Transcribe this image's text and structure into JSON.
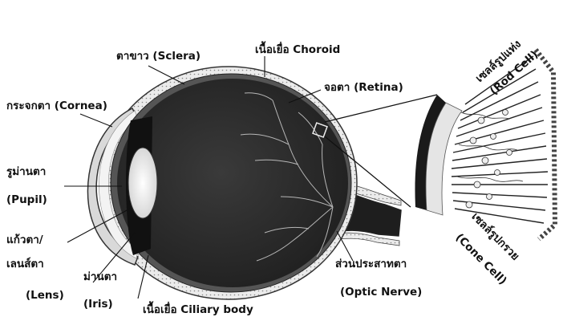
{
  "labels": {
    "sclera": "ตาขาว (Sclera)",
    "choroid": "เนื้อเยื่อ Choroid",
    "retina": "จอตา (Retina)",
    "cornea": "กระจกตา (Cornea)",
    "pupil_th": "รูม่านตา",
    "pupil_en": "(Pupil)",
    "lens_th1": "แก้วตา/",
    "lens_th2": "เลนส์ตา",
    "lens_en": "(Lens)",
    "iris_th": "ม่านตา",
    "iris_en": "(Iris)",
    "ciliary": "เนื้อเยื่อ Ciliary body",
    "optic_th": "ส่วนประสาทตา",
    "optic_en": "(Optic Nerve)",
    "rod_th": "เซลล์รูปแท่ง",
    "rod_en": "(Rod Cell)",
    "cone_th": "เซลล์รูปกรวย",
    "cone_en": "(Cone Cell)"
  },
  "colors": {
    "ink": "#111111",
    "eye_interior": "#2c2c2c",
    "sclera_fill": "#e6e6e6",
    "cornea_fill": "#dcdcdc",
    "lens_fill": "#f2f2f2",
    "vessel": "#d8d8d8"
  }
}
